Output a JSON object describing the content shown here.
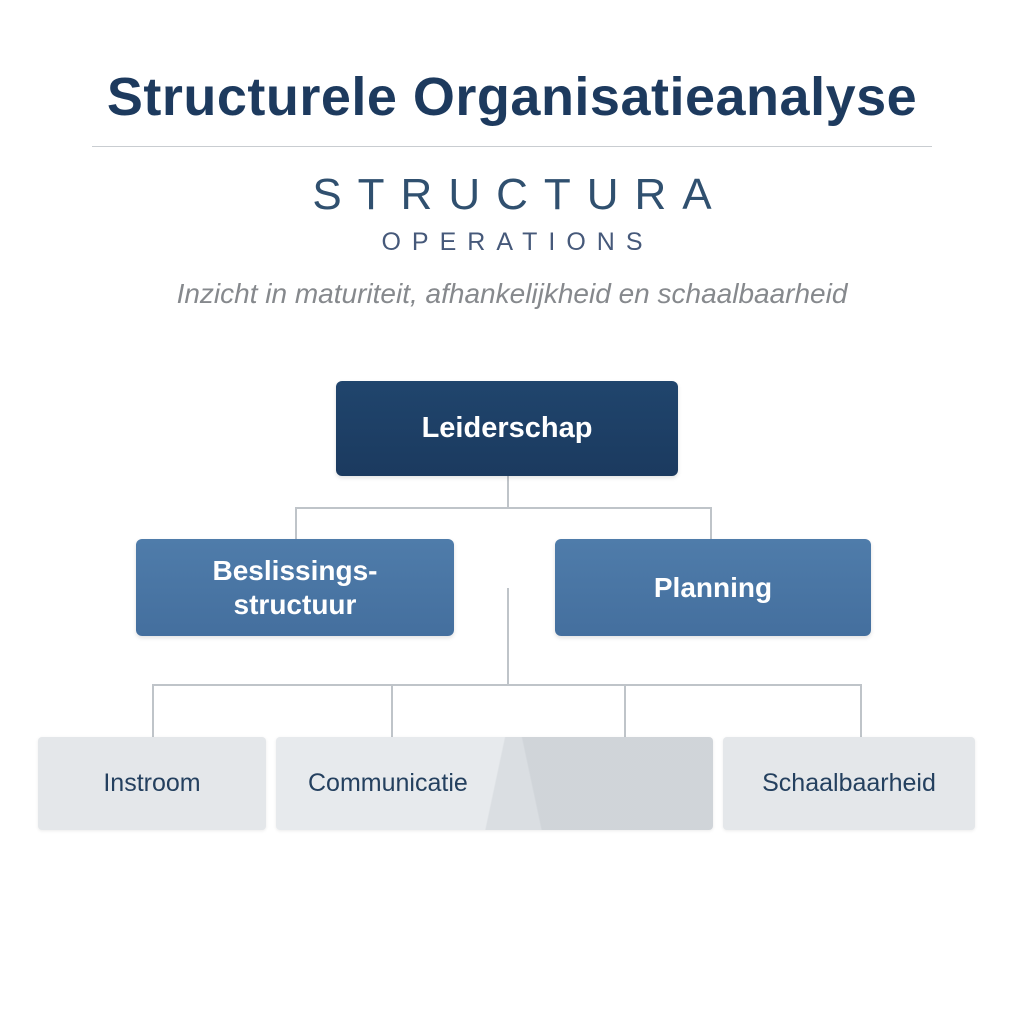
{
  "header": {
    "title": "Structurele Organisatieanalyse",
    "brand_line1": "STRUCTURA",
    "brand_line2": "OPERATIONS",
    "subtitle": "Inzicht in maturiteit, afhankelijkheid en schaalbaarheid"
  },
  "org_chart": {
    "root": {
      "label": "Leiderschap"
    },
    "level2": [
      {
        "label": "Beslissings-\nstructuur"
      },
      {
        "label": "Planning"
      }
    ],
    "level3": [
      {
        "label": "Instroom"
      },
      {
        "label": "Communicatie"
      },
      {
        "label": "Schaalbaarheid"
      }
    ]
  },
  "colors": {
    "root_node": "#1b3a5f",
    "level2_node": "#446f9e",
    "level3_node": "#e4e7ea",
    "title_text": "#1d3a5e",
    "connector": "#bfc4c9"
  }
}
